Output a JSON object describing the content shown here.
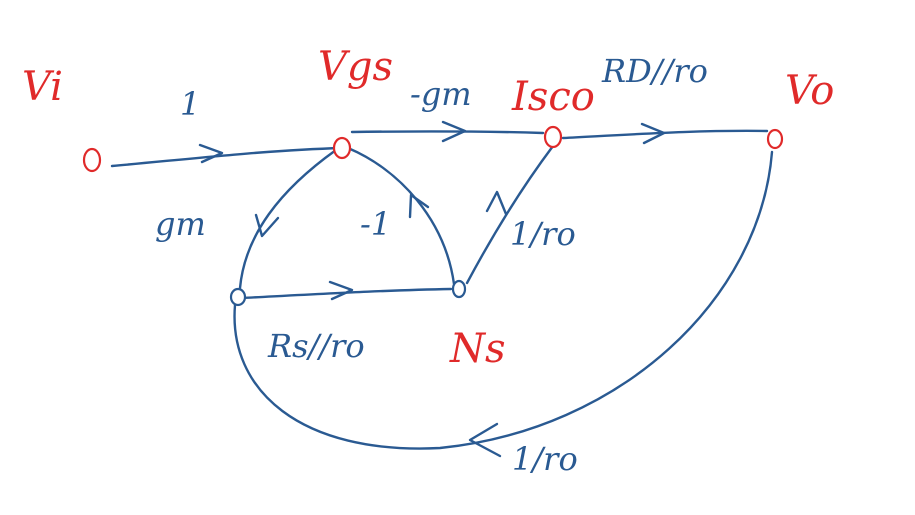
{
  "colors": {
    "ink_blue": "#2a5a92",
    "ink_red": "#e02a2a"
  },
  "nodes": {
    "vi": "Vi",
    "vgs": "Vgs",
    "isco": "Isco",
    "vo": "Vo",
    "ns": "Ns"
  },
  "gains": {
    "vi_to_vgs": "1",
    "vgs_to_isco": "-gm",
    "isco_to_vo": "RD//ro",
    "vgs_to_source": "gm",
    "ns_to_vgs": "-1",
    "source_to_ns": "Rs//ro",
    "ns_to_isco": "1/ro",
    "vo_to_source": "1/ro"
  }
}
